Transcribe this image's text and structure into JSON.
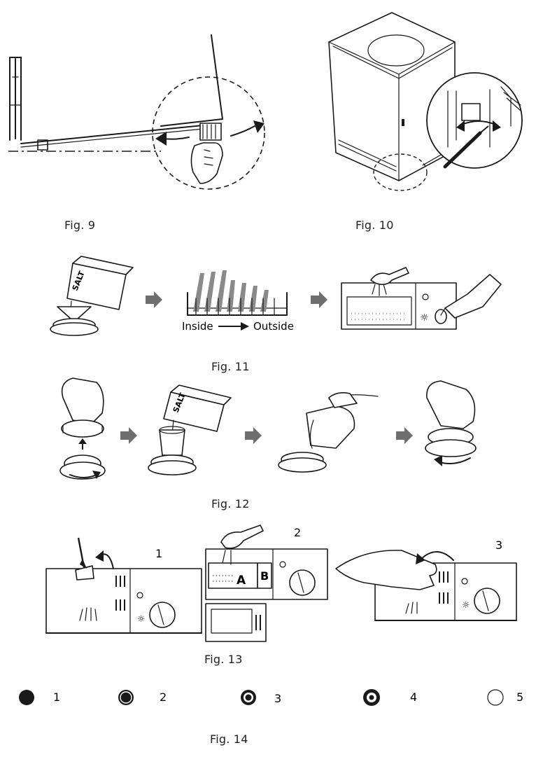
{
  "figures": {
    "fig9": {
      "caption": "Fig. 9"
    },
    "fig10": {
      "caption": "Fig. 10"
    },
    "fig11": {
      "caption": "Fig. 11",
      "inside_label": "Inside",
      "outside_label": "Outside",
      "salt_label": "SALT"
    },
    "fig12": {
      "caption": "Fig. 12",
      "salt_label": "SALT"
    },
    "fig13": {
      "caption": "Fig. 13",
      "panel_1": "1",
      "panel_2": "2",
      "panel_3": "3",
      "compartment_a": "A",
      "compartment_b": "B"
    },
    "fig14": {
      "caption": "Fig. 14",
      "indicators": [
        {
          "label": "1"
        },
        {
          "label": "2"
        },
        {
          "label": "3"
        },
        {
          "label": "4"
        },
        {
          "label": "5"
        }
      ]
    }
  },
  "colors": {
    "line": "#1a1a1a",
    "arrow_grey": "#6e6e6e"
  }
}
